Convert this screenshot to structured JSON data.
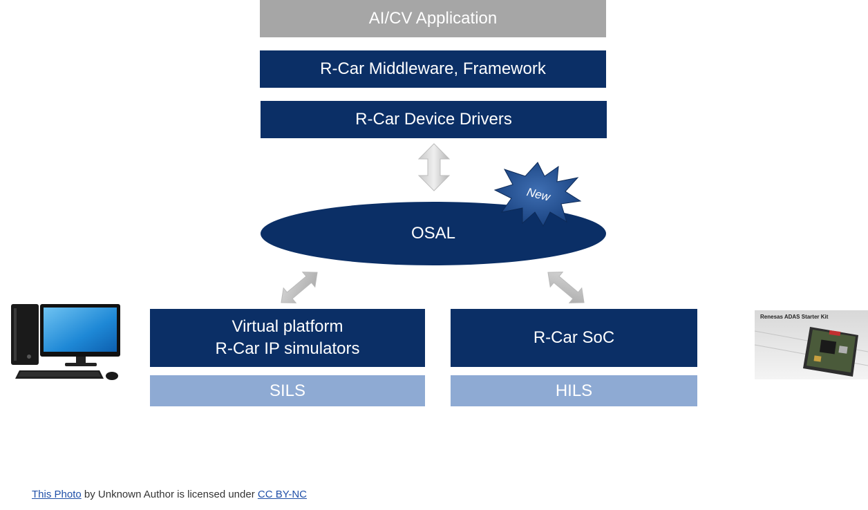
{
  "layers": {
    "application": "AI/CV Application",
    "middleware": "R-Car Middleware, Framework",
    "drivers": "R-Car Device Drivers"
  },
  "osal": {
    "label": "OSAL",
    "badge": "New"
  },
  "virtual_platform": {
    "line1": "Virtual platform",
    "line2": "R-Car IP simulators",
    "tag": "SILS"
  },
  "soc": {
    "label": "R-Car SoC",
    "tag": "HILS"
  },
  "board_photo_caption": "Renesas ADAS Starter Kit",
  "credit": {
    "link1": "This Photo",
    "middle": " by Unknown  Author is licensed under ",
    "link2": "CC BY-NC"
  },
  "colors": {
    "navy": "#0b2f66",
    "grey": "#a6a6a6",
    "light_blue": "#8eaad3",
    "badge": "#1f4e8c"
  },
  "icons": [
    "desktop-computer-icon",
    "starter-kit-board-icon",
    "double-arrow-icon",
    "starburst-badge-icon"
  ]
}
